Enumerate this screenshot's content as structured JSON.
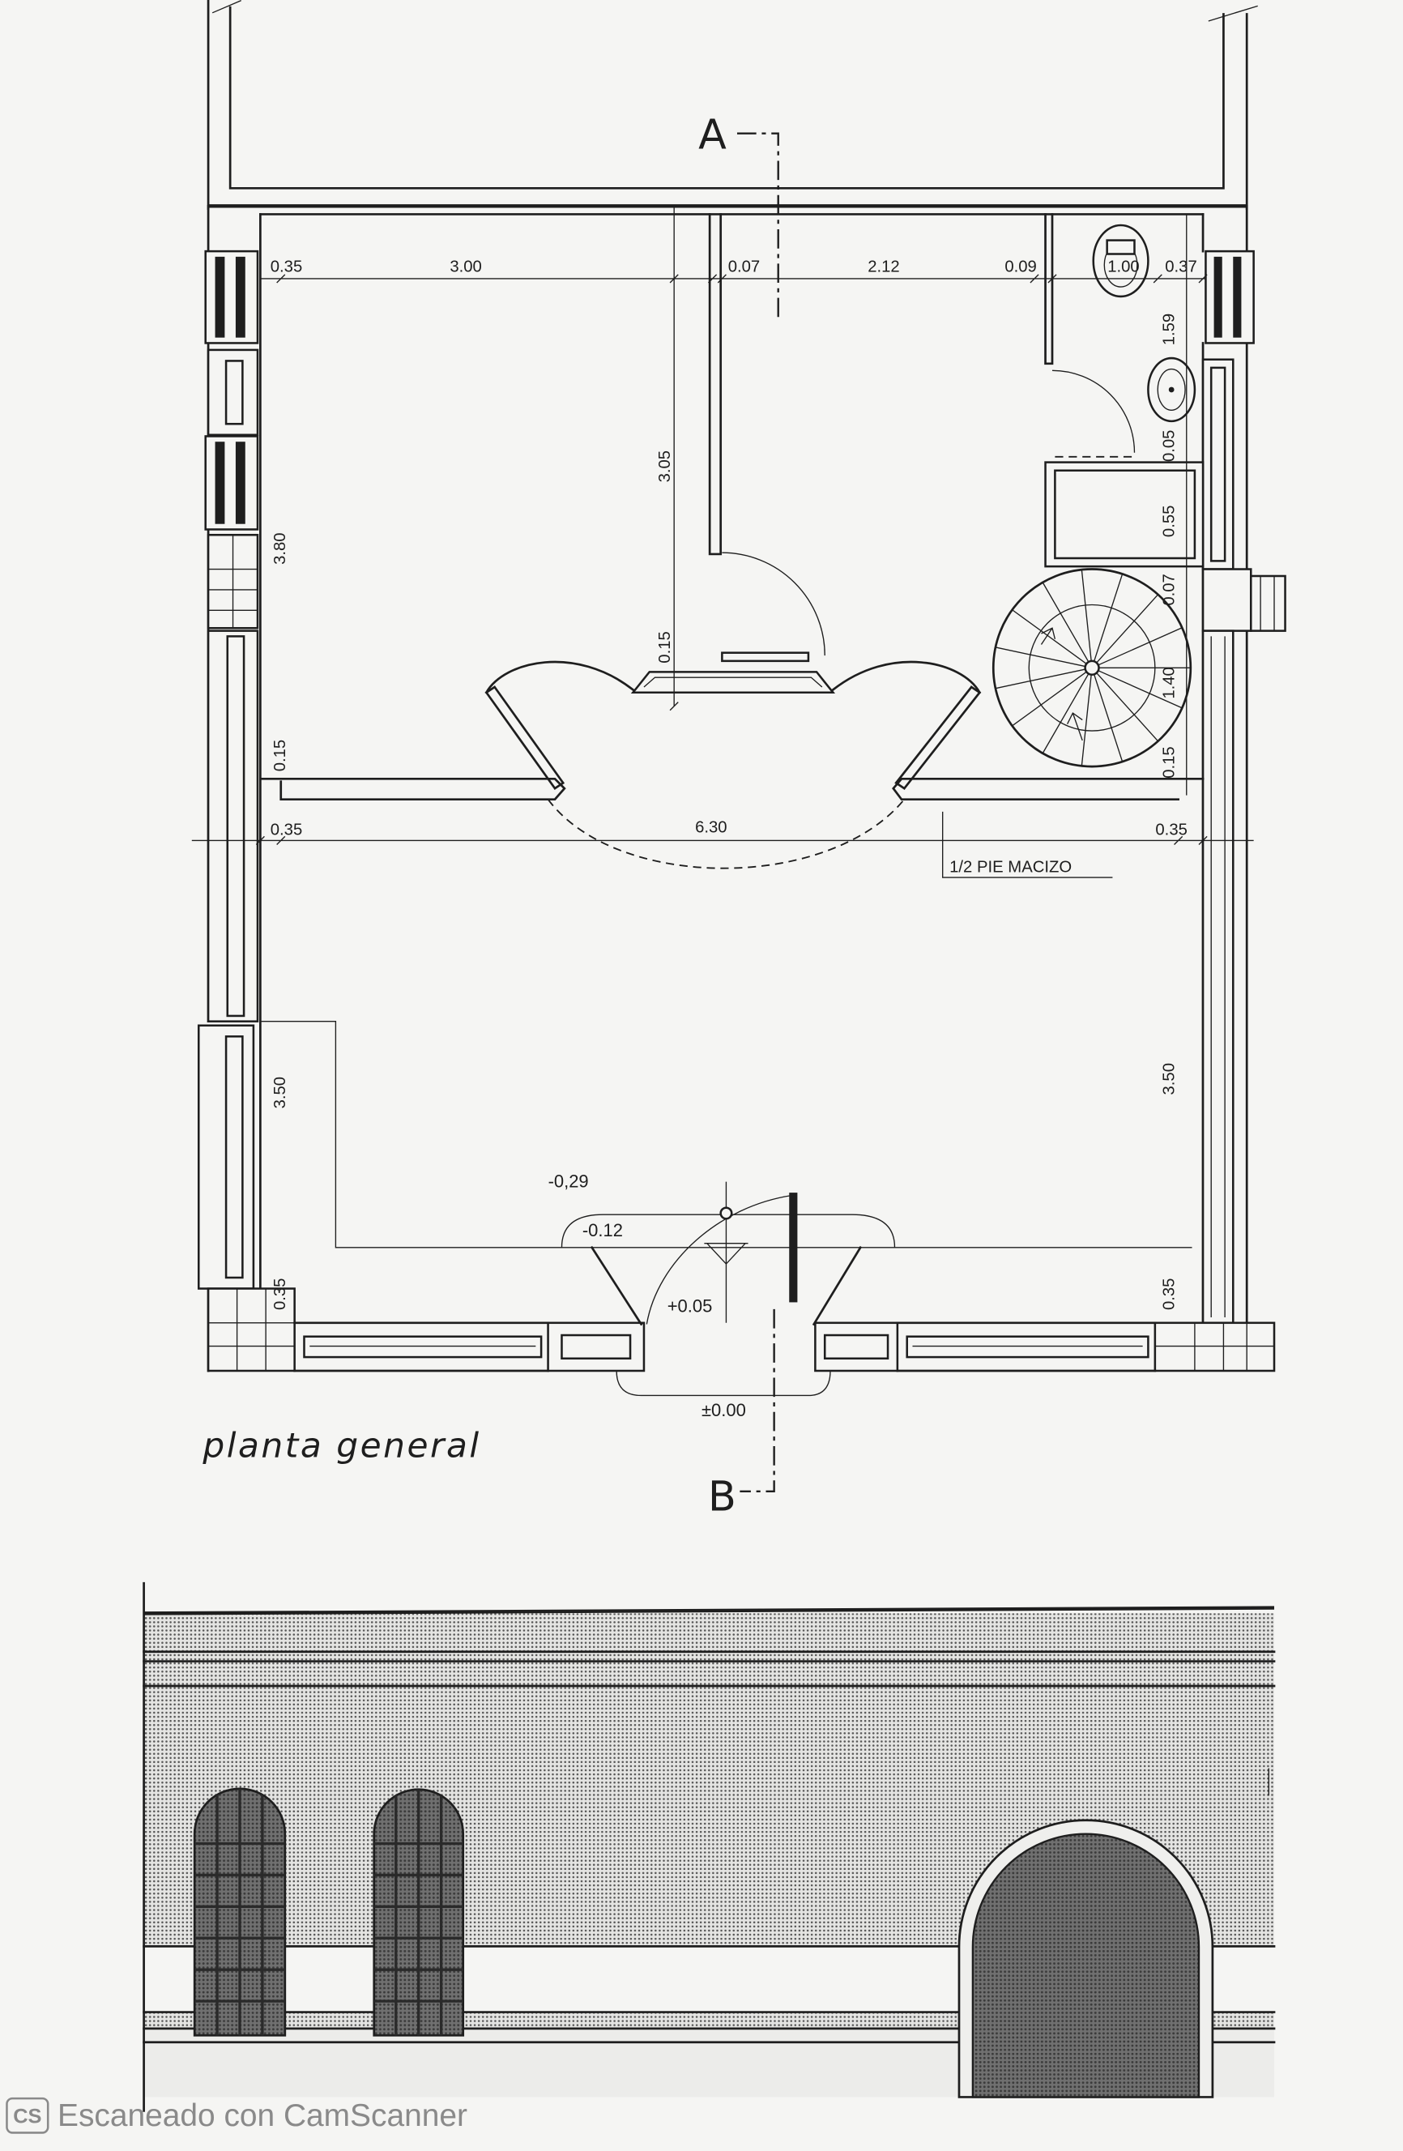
{
  "caption": "planta general",
  "section_markers": {
    "a": "A",
    "b": "B"
  },
  "dimensions": {
    "top_row": [
      "0.35",
      "3.00",
      "0.07",
      "2.12",
      "0.09",
      "1.00",
      "0.37"
    ],
    "bath_column": [
      "1.59",
      "0.05",
      "0.55",
      "0.07",
      "1.40",
      "0.15"
    ],
    "center_column": [
      "3.05",
      "0.15"
    ],
    "left_upper": [
      "3.80",
      "0.15"
    ],
    "middle_row": [
      "0.35",
      "6.30",
      "0.35"
    ],
    "left_lower": [
      "3.50",
      "0.35"
    ],
    "right_lower": [
      "3.50",
      "0.35"
    ]
  },
  "wall_note": "1/2 PIE MACIZO",
  "levels": {
    "platform": "-0,29",
    "step": "-0.12",
    "interior": "+0.05",
    "street": "±0.00"
  },
  "watermark": {
    "logo": "CS",
    "text": "Escaneado con CamScanner"
  },
  "colors": {
    "ink": "#1e1e1e",
    "paper": "#f5f5f3",
    "watermark": "#8a8a8a"
  }
}
